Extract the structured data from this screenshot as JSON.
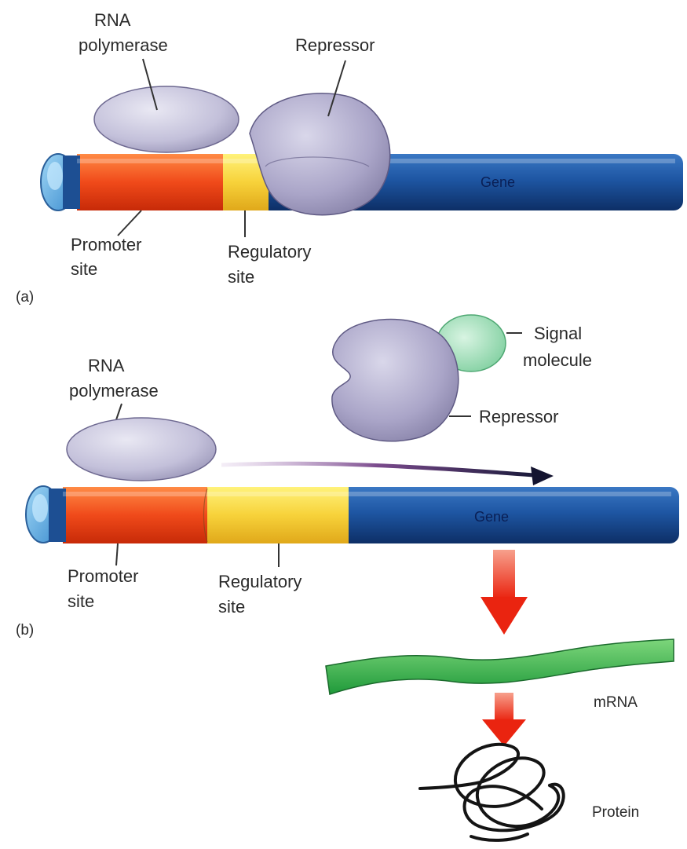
{
  "panel_a": {
    "tag": "(a)",
    "rna_polymerase_line1": "RNA",
    "rna_polymerase_line2": "polymerase",
    "repressor": "Repressor",
    "gene": "Gene",
    "promoter_line1": "Promoter",
    "promoter_line2": "site",
    "regulatory_line1": "Regulatory",
    "regulatory_line2": "site"
  },
  "panel_b": {
    "tag": "(b)",
    "rna_polymerase_line1": "RNA",
    "rna_polymerase_line2": "polymerase",
    "signal_line1": "Signal",
    "signal_line2": "molecule",
    "repressor": "Repressor",
    "gene": "Gene",
    "promoter_line1": "Promoter",
    "promoter_line2": "site",
    "regulatory_line1": "Regulatory",
    "regulatory_line2": "site",
    "mrna": "mRNA",
    "protein": "Protein"
  },
  "colors": {
    "gene_blue": "#1f5aa6",
    "promoter_orange": "#f04a1a",
    "regulatory_yellow": "#f7d23a",
    "protein_purple": "#a9a4c6",
    "signal_green": "#9ddcb4",
    "mrna_green": "#3cb04a",
    "arrow_red": "#f0321e"
  }
}
